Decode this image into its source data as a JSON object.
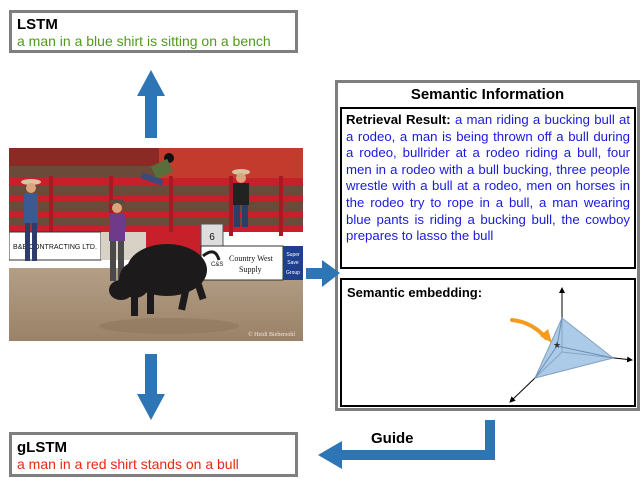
{
  "lstm": {
    "title": "LSTM",
    "caption": "a man in a blue shirt is sitting on a bench"
  },
  "glstm": {
    "title": "gLSTM",
    "caption": "a man in a red shirt stands on a bull"
  },
  "semantic": {
    "heading": "Semantic Information",
    "retrieval_label": "Retrieval Result:",
    "retrieval_text": "a man riding a bucking bull at a rodeo, a man is being thrown off a bull during a rodeo, bullrider at a rodeo riding a bull, four men in a rodeo with a bull bucking, three people wrestle with a bull at a rodeo, men on horses in the rodeo try to rope in a bull, a man wearing blue pants is riding a bucking bull, the cowboy prepares to lasso the bull",
    "embedding_label": "Semantic embedding:"
  },
  "photo": {
    "sign_left": "B&B CONTRACTING LTD.",
    "sign_right_line1": "Country West",
    "sign_right_line2": "Supply",
    "sign_logo": "C&S",
    "sign_badge_line1": "Super",
    "sign_badge_line2": "Save",
    "sign_badge_line3": "Group",
    "gate_number": "6",
    "watermark": "© Heidi Biebersohl"
  },
  "guide_label": "Guide",
  "colors": {
    "arrow": "#2e75b6",
    "lstm_caption": "#4f9a1e",
    "glstm_caption": "#e8290f",
    "retrieval_text": "#1a1adc",
    "embedding_fill": "#9dc3e6",
    "embedding_highlight": "#f39c1f"
  }
}
